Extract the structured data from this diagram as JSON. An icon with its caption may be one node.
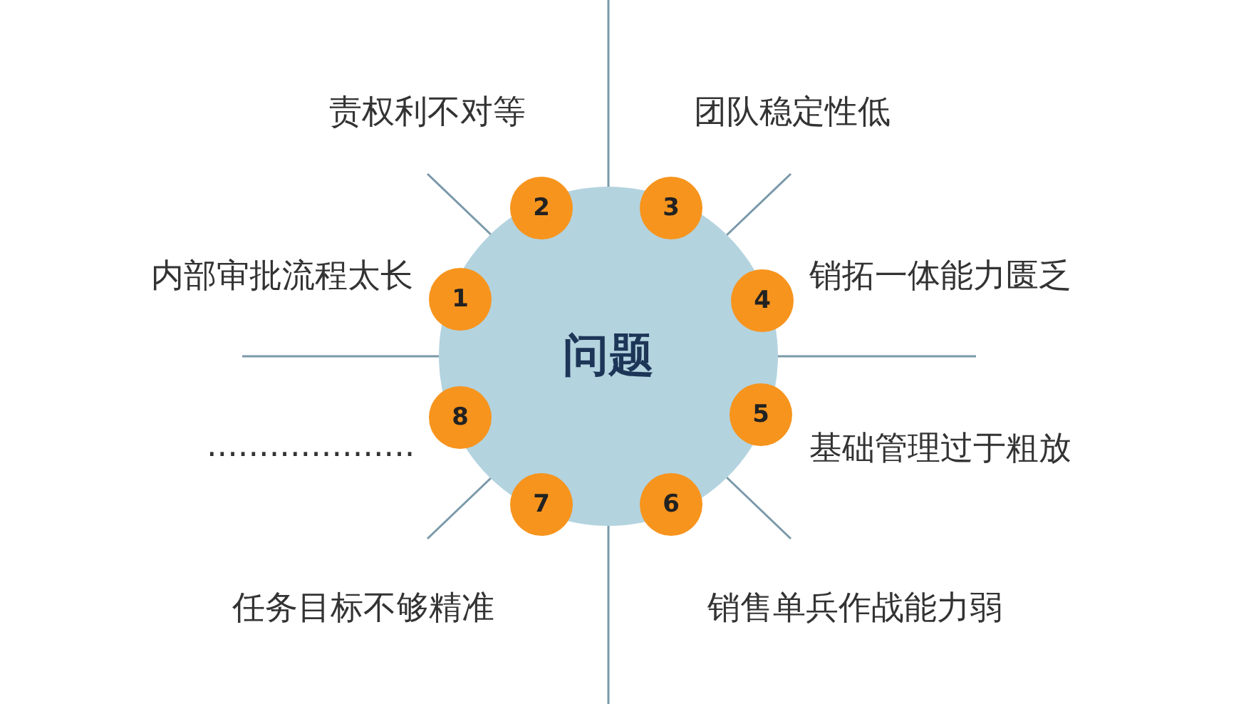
{
  "diagram": {
    "nodes": [
      {
        "text": [
          "问题"
        ]
      },
      {
        "text": [
          "1"
        ],
        "beside": [
          "内部审批流程太长"
        ]
      },
      {
        "text": [
          "2"
        ],
        "beside": [
          "责权利不对等"
        ]
      },
      {
        "text": [
          "3"
        ],
        "beside": [
          "团队稳定性低"
        ]
      },
      {
        "text": [
          "4"
        ],
        "beside": [
          "销拓一体能力匮乏"
        ]
      },
      {
        "text": [
          "5"
        ],
        "beside": [
          "基础管理过于粗放"
        ]
      },
      {
        "text": [
          "6"
        ],
        "beside": [
          "销售单兵作战能力弱"
        ]
      },
      {
        "text": [
          "7"
        ],
        "beside": [
          "任务目标不够精准"
        ]
      },
      {
        "text": [
          "8"
        ],
        "beside": [
          "...................."
        ]
      }
    ]
  }
}
